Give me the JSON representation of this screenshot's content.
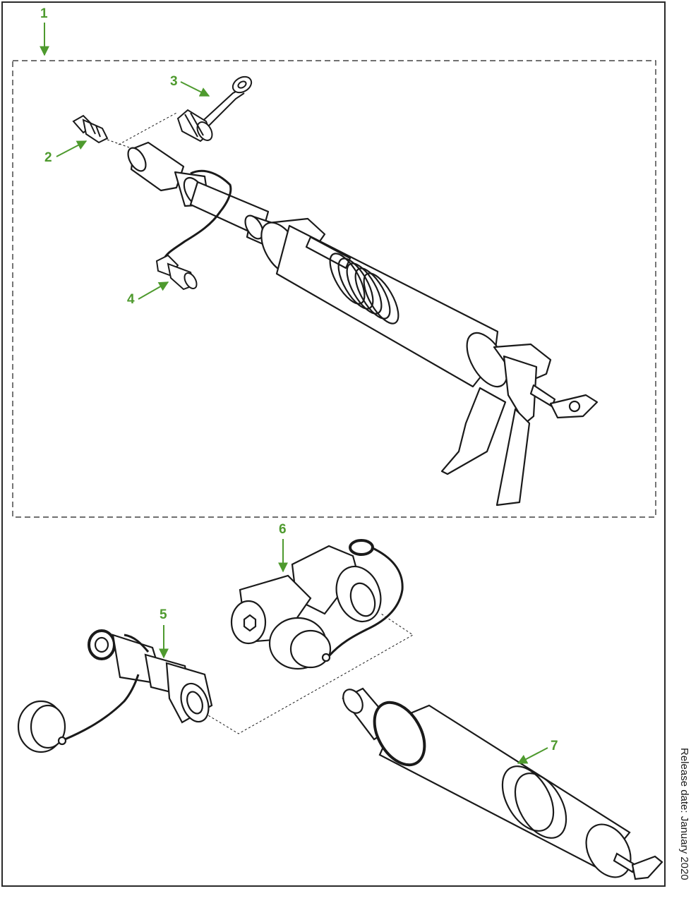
{
  "colors": {
    "callout": "#4e9a2e",
    "line": "#1a1a1a",
    "fill": "#ffffff",
    "frame": "#2a2a2a"
  },
  "callouts": {
    "c1": "1",
    "c2": "2",
    "c3": "3",
    "c4": "4",
    "c5": "5",
    "c6": "6",
    "c7": "7"
  },
  "footer": {
    "release_date": "Release date: January 2020"
  }
}
